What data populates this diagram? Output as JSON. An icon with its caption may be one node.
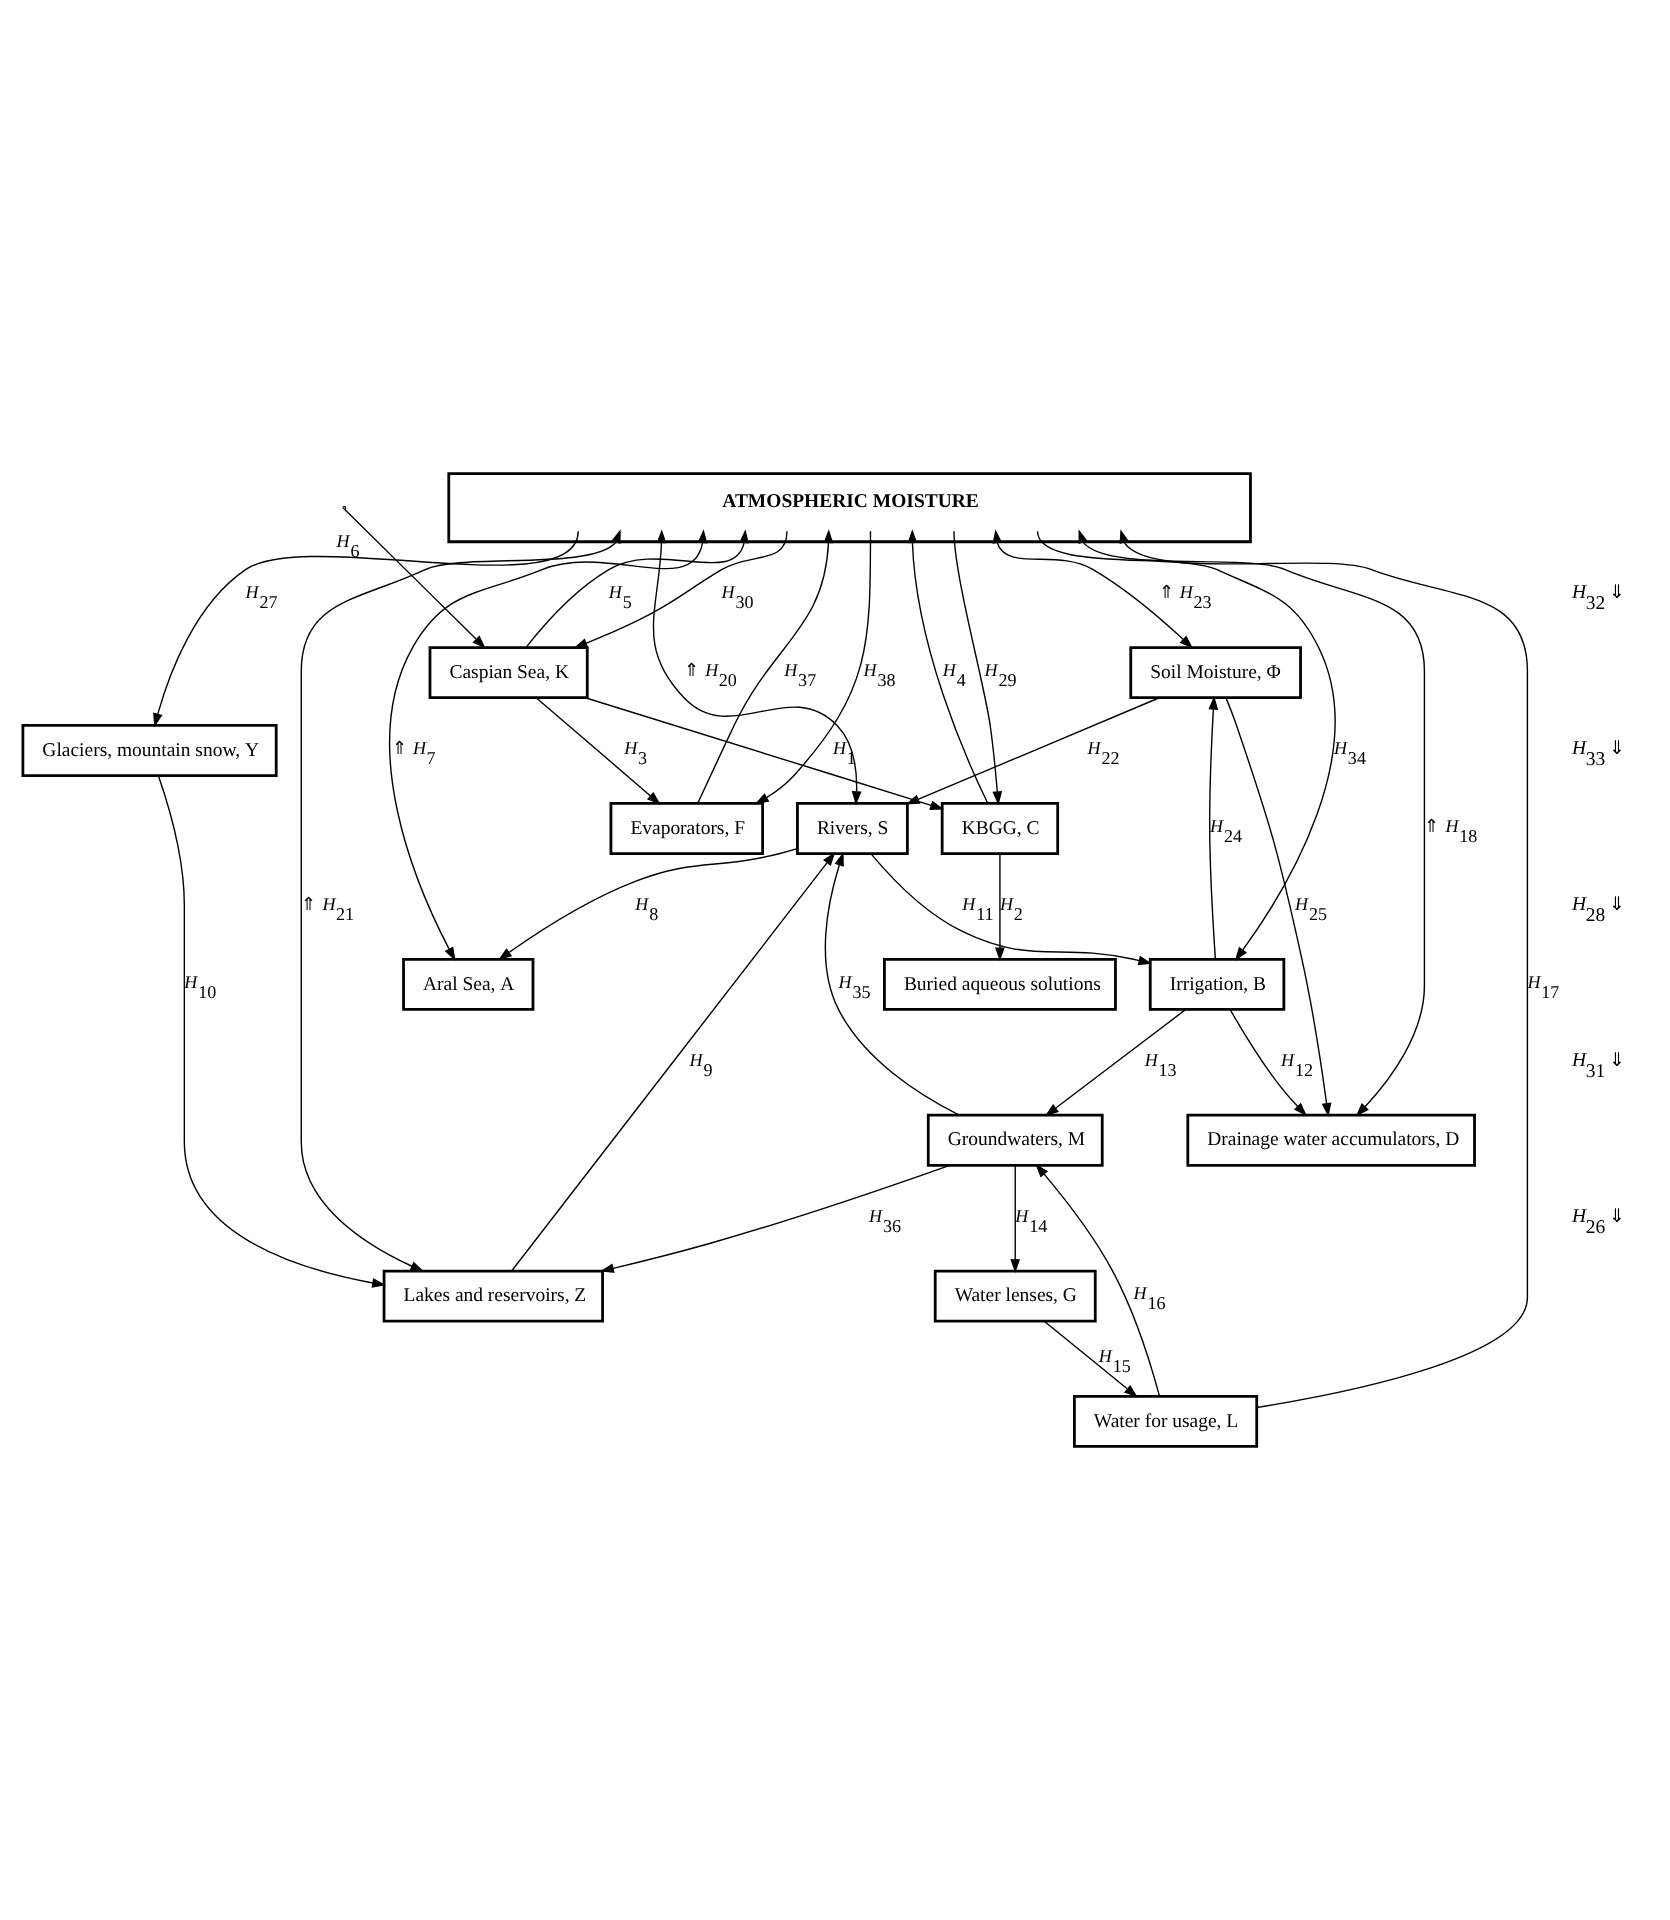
{
  "diagram": {
    "nodes": [
      {
        "text": [
          "ATMOSPHERIC MOISTURE"
        ]
      },
      {
        "text": [
          "Evaporators, F"
        ]
      },
      {
        "text": [
          "KBGG, C"
        ]
      },
      {
        "text": [
          "Caspian Sea, K"
        ]
      },
      {
        "text": [
          "Buried aqueous solutions"
        ]
      },
      {
        "text": [
          "Aral Sea, A"
        ]
      },
      {
        "text": [
          "Soil Moisture, Φ"
        ]
      },
      {
        "text": [
          "Drainage water accumulators, D"
        ]
      },
      {
        "text": [
          "Rivers, S"
        ]
      },
      {
        "text": [
          "Irrigation, B"
        ]
      },
      {
        "text": [
          "Lakes and reservoirs, Z"
        ]
      },
      {
        "text": [
          "Groundwaters, M"
        ]
      },
      {
        "text": [
          "Glaciers, mountain snow, Y"
        ]
      },
      {
        "text": [
          "Water lenses, G"
        ]
      },
      {
        "text": [
          "Water for usage, L"
        ]
      }
    ],
    "edges": [
      {
        "from": 0,
        "to": 12,
        "arrow": "to",
        "label": "*H*$_{27}$"
      },
      {
        "from": 0,
        "to": 10,
        "arrow": "both",
        "label": "⇑ *H*$_{21}$"
      },
      {
        "from": 0,
        "to": 8,
        "arrow": "both",
        "label": "⇑ *H*$_{20}$"
      },
      {
        "from": 0,
        "to": 5,
        "arrow": "both",
        "label": "⇑ *H*$_{7}$"
      },
      {
        "from": 3,
        "to": 0,
        "arrow": "to",
        "label": "*H*$_{5}$"
      },
      {
        "from": 0,
        "to": 3,
        "arrow": "to",
        "label": "*H*$_{30}$"
      },
      {
        "from": 1,
        "to": 0,
        "arrow": "to",
        "label": "*H*$_{37}$"
      },
      {
        "from": 0,
        "to": 1,
        "arrow": "to",
        "label": "*H*$_{38}$"
      },
      {
        "from": 2,
        "to": 0,
        "arrow": "to",
        "label": "*H*$_{4}$"
      },
      {
        "from": 0,
        "to": 2,
        "arrow": "to",
        "label": "*H*$_{29}$"
      },
      {
        "from": 0,
        "to": 6,
        "arrow": "both",
        "label": "⇑ *H*$_{23}$"
      },
      {
        "from": 0,
        "to": 9,
        "arrow": "to",
        "label": "*H*$_{34}$"
      },
      {
        "from": 0,
        "to": 7,
        "arrow": "both",
        "label": "⇑ *H*$_{18}$"
      },
      {
        "from": 14,
        "to": 0,
        "arrow": "to",
        "label": "*H*$_{17}$"
      },
      {
        "from": 3,
        "to": 1,
        "arrow": "to",
        "label": "*H*$_{3}$"
      },
      {
        "from": 3,
        "to": 2,
        "arrow": "to",
        "label": "*H*$_{1}$"
      },
      {
        "from": null,
        "to": 3,
        "arrow": "to",
        "label": "*H*$_{6}$"
      },
      {
        "from": 2,
        "to": 4,
        "arrow": "to",
        "label": "*H*$_{2}$"
      },
      {
        "from": 8,
        "to": 5,
        "arrow": "to",
        "label": "*H*$_{8}$"
      },
      {
        "from": 6,
        "to": 8,
        "arrow": "to",
        "label": "*H*$_{22}$"
      },
      {
        "from": 8,
        "to": 9,
        "arrow": "to",
        "label": "*H*$_{11}$"
      },
      {
        "from": 9,
        "to": 6,
        "arrow": "to",
        "label": "*H*$_{24}$"
      },
      {
        "from": 6,
        "to": 7,
        "arrow": "to",
        "label": "*H*$_{25}$"
      },
      {
        "from": 9,
        "to": 7,
        "arrow": "to",
        "label": "*H*$_{12}$"
      },
      {
        "from": 9,
        "to": 11,
        "arrow": "to",
        "label": "*H*$_{13}$"
      },
      {
        "from": 10,
        "to": 8,
        "arrow": "to",
        "label": "*H*$_{9}$"
      },
      {
        "from": 11,
        "to": 8,
        "arrow": "to",
        "label": "*H*$_{35}$"
      },
      {
        "from": 11,
        "to": 10,
        "arrow": "to",
        "label": "*H*$_{36}$"
      },
      {
        "from": 14,
        "to": 11,
        "arrow": "to",
        "label": "*H*$_{16}$"
      },
      {
        "from": 12,
        "to": 10,
        "arrow": "to",
        "label": "*H*$_{10}$"
      },
      {
        "from": 11,
        "to": 13,
        "arrow": "to",
        "label": "*H*$_{14}$"
      },
      {
        "from": 13,
        "to": 14,
        "arrow": "to",
        "label": "*H*$_{15}$"
      }
    ],
    "labels": [
      "*H*$_{32}$ ⇓",
      "*H*$_{33}$ ⇓",
      "*H*$_{28}$ ⇓",
      "*H*$_{31}$ ⇓",
      "*H*$_{26}$ ⇓"
    ]
  }
}
